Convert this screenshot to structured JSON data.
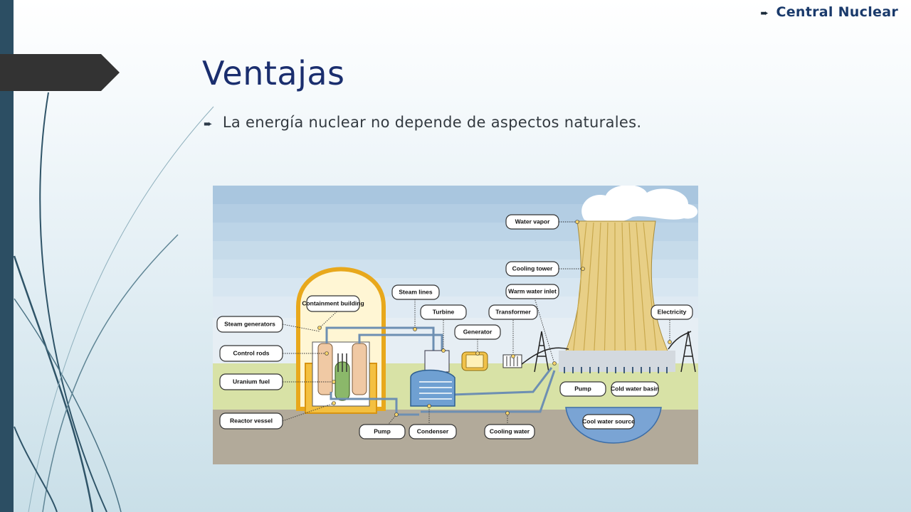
{
  "header": {
    "section_label": "Central Nuclear"
  },
  "slide": {
    "title": "Ventajas",
    "bullets": [
      "La energía nuclear no depende de aspectos naturales."
    ]
  },
  "colors": {
    "sidebar": "#2c4e63",
    "title_tab": "#333333",
    "title_text": "#1a2e6e",
    "header_text": "#1a3a6b"
  },
  "diagram": {
    "labels": {
      "containment_building": "Containment building",
      "steam_generators": "Steam generators",
      "control_rods": "Control rods",
      "uranium_fuel": "Uranium fuel",
      "reactor_vessel": "Reactor vessel",
      "steam_lines": "Steam lines",
      "turbine": "Turbine",
      "generator": "Generator",
      "transformer": "Transformer",
      "warm_water_inlet": "Warm water inlet",
      "cooling_tower": "Cooling tower",
      "water_vapor": "Water vapor",
      "electricity": "Electricity",
      "pump_left": "Pump",
      "condenser": "Condenser",
      "cooling_water": "Cooling water",
      "pump_right": "Pump",
      "cold_water_basin": "Cold water basin",
      "cool_water_source": "Cool water source"
    }
  }
}
